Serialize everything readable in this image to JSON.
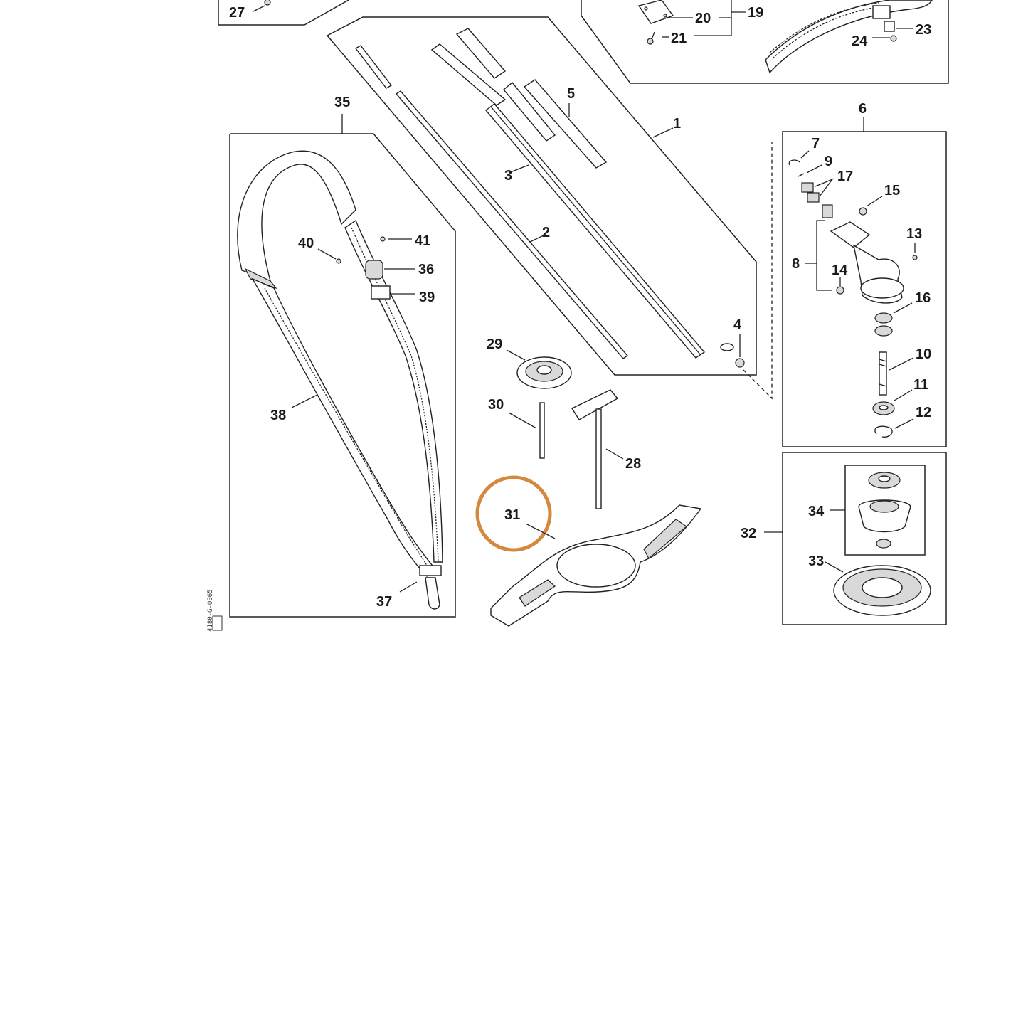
{
  "diagram": {
    "part_labels": {
      "p1": "1",
      "p2": "2",
      "p3": "3",
      "p4": "4",
      "p5": "5",
      "p6": "6",
      "p7": "7",
      "p8": "8",
      "p9": "9",
      "p10": "10",
      "p11": "11",
      "p12": "12",
      "p13": "13",
      "p14": "14",
      "p15": "15",
      "p16": "16",
      "p17": "17",
      "p19": "19",
      "p20": "20",
      "p21": "21",
      "p23": "23",
      "p24": "24",
      "p27": "27",
      "p28": "28",
      "p29": "29",
      "p30": "30",
      "p31": "31",
      "p32": "32",
      "p33": "33",
      "p34": "34",
      "p35": "35",
      "p36": "36",
      "p37": "37",
      "p38": "38",
      "p39": "39",
      "p40": "40",
      "p41": "41"
    },
    "highlighted_part": "31",
    "highlight_color": "#d4893f",
    "side_code": "4180-G-0065"
  }
}
